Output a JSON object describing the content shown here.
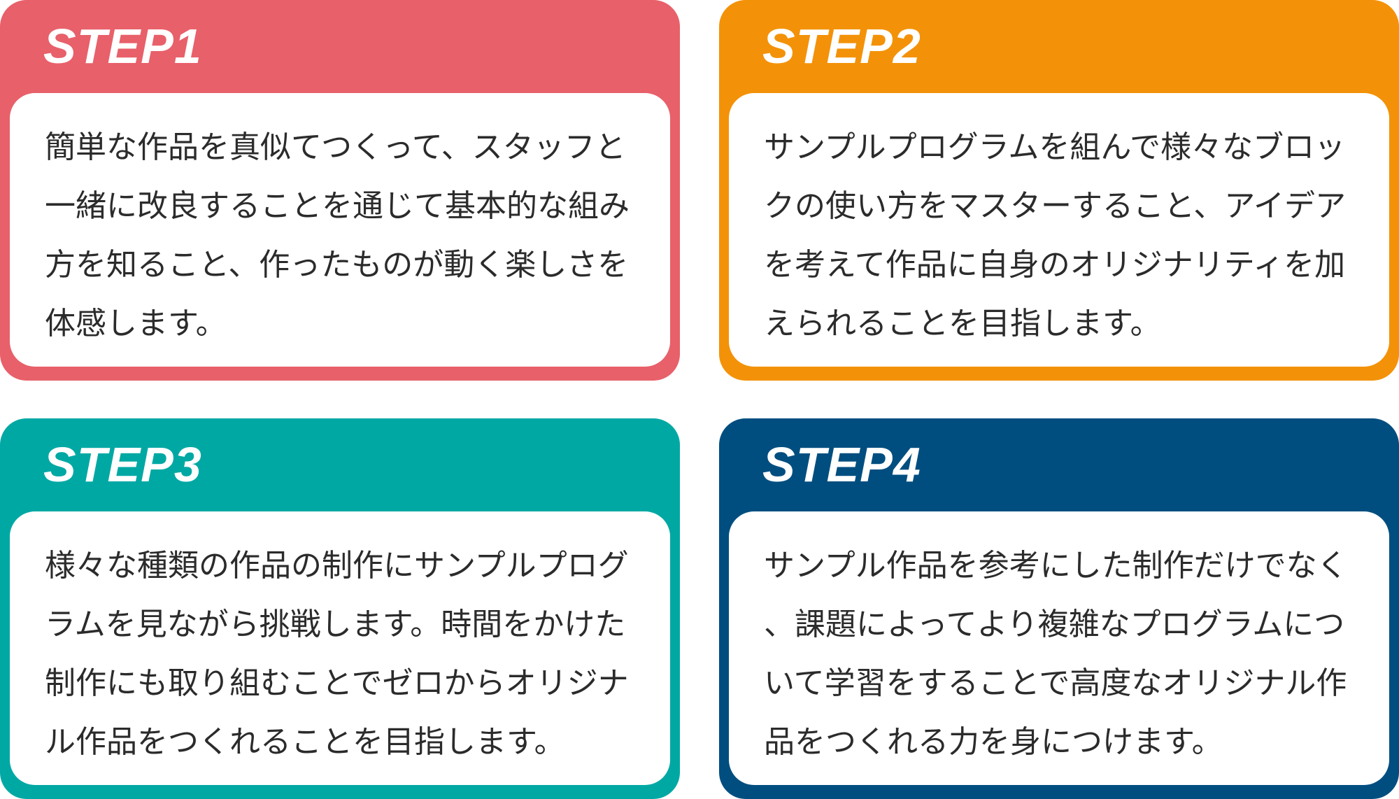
{
  "steps": [
    {
      "title": "STEP1",
      "color": "#E8606A",
      "text": "簡単な作品を真似てつくって、スタッフと一緒に改良することを通じて基本的な組み方を知ること、作ったものが動く楽しさを体感します。"
    },
    {
      "title": "STEP2",
      "color": "#F39208",
      "text": "サンプルプログラムを組んで様々なブロックの使い方をマスターすること、アイデアを考えて作品に自身のオリジナリティを加えられることを目指します。"
    },
    {
      "title": "STEP3",
      "color": "#00A8A4",
      "text": "様々な種類の作品の制作にサンプルプログラムを見ながら挑戦します。時間をかけた制作にも取り組むことでゼロからオリジナル作品をつくれることを目指します。"
    },
    {
      "title": "STEP4",
      "color": "#004E80",
      "text": "サンプル作品を参考にした制作だけでなく、課題によってより複雑なプログラムについて学習をすることで高度なオリジナル作品をつくれる力を身につけます。"
    }
  ]
}
